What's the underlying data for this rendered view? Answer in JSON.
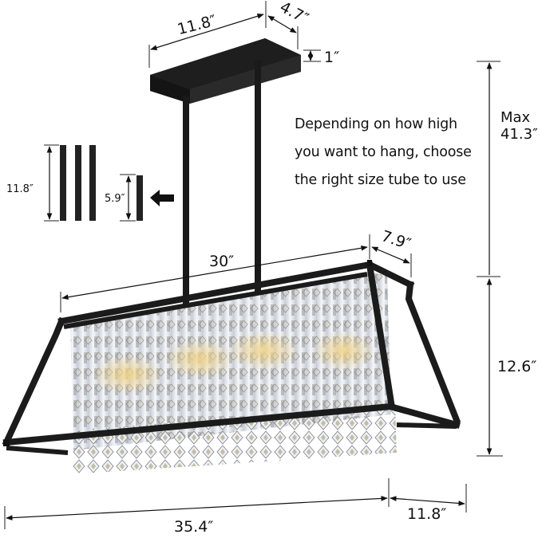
{
  "diagram": {
    "title": "Crystal chandelier dimension diagram",
    "canopy": {
      "length_label": "11.8″",
      "width_label": "4.7″",
      "height_label": "1″"
    },
    "tubes": {
      "long_label": "11.8″",
      "long_count": 3,
      "short_label": "5.9″",
      "short_count": 1,
      "arrow_icon": "left-arrow"
    },
    "note": {
      "lines": [
        "Depending on how high",
        "you want to hang, choose",
        "the right size tube to use"
      ]
    },
    "max_height": {
      "line1": "Max",
      "line2": "41.3″"
    },
    "body": {
      "top_length_label": "30″",
      "top_depth_label": "7.9″",
      "height_label": "12.6″",
      "bottom_length_label": "35.4″",
      "bottom_depth_label": "11.8″"
    },
    "colors": {
      "frame": "#1b1b1b",
      "crystal": "#dfe3ea",
      "glow": "#e8c877",
      "line": "#111111"
    }
  }
}
